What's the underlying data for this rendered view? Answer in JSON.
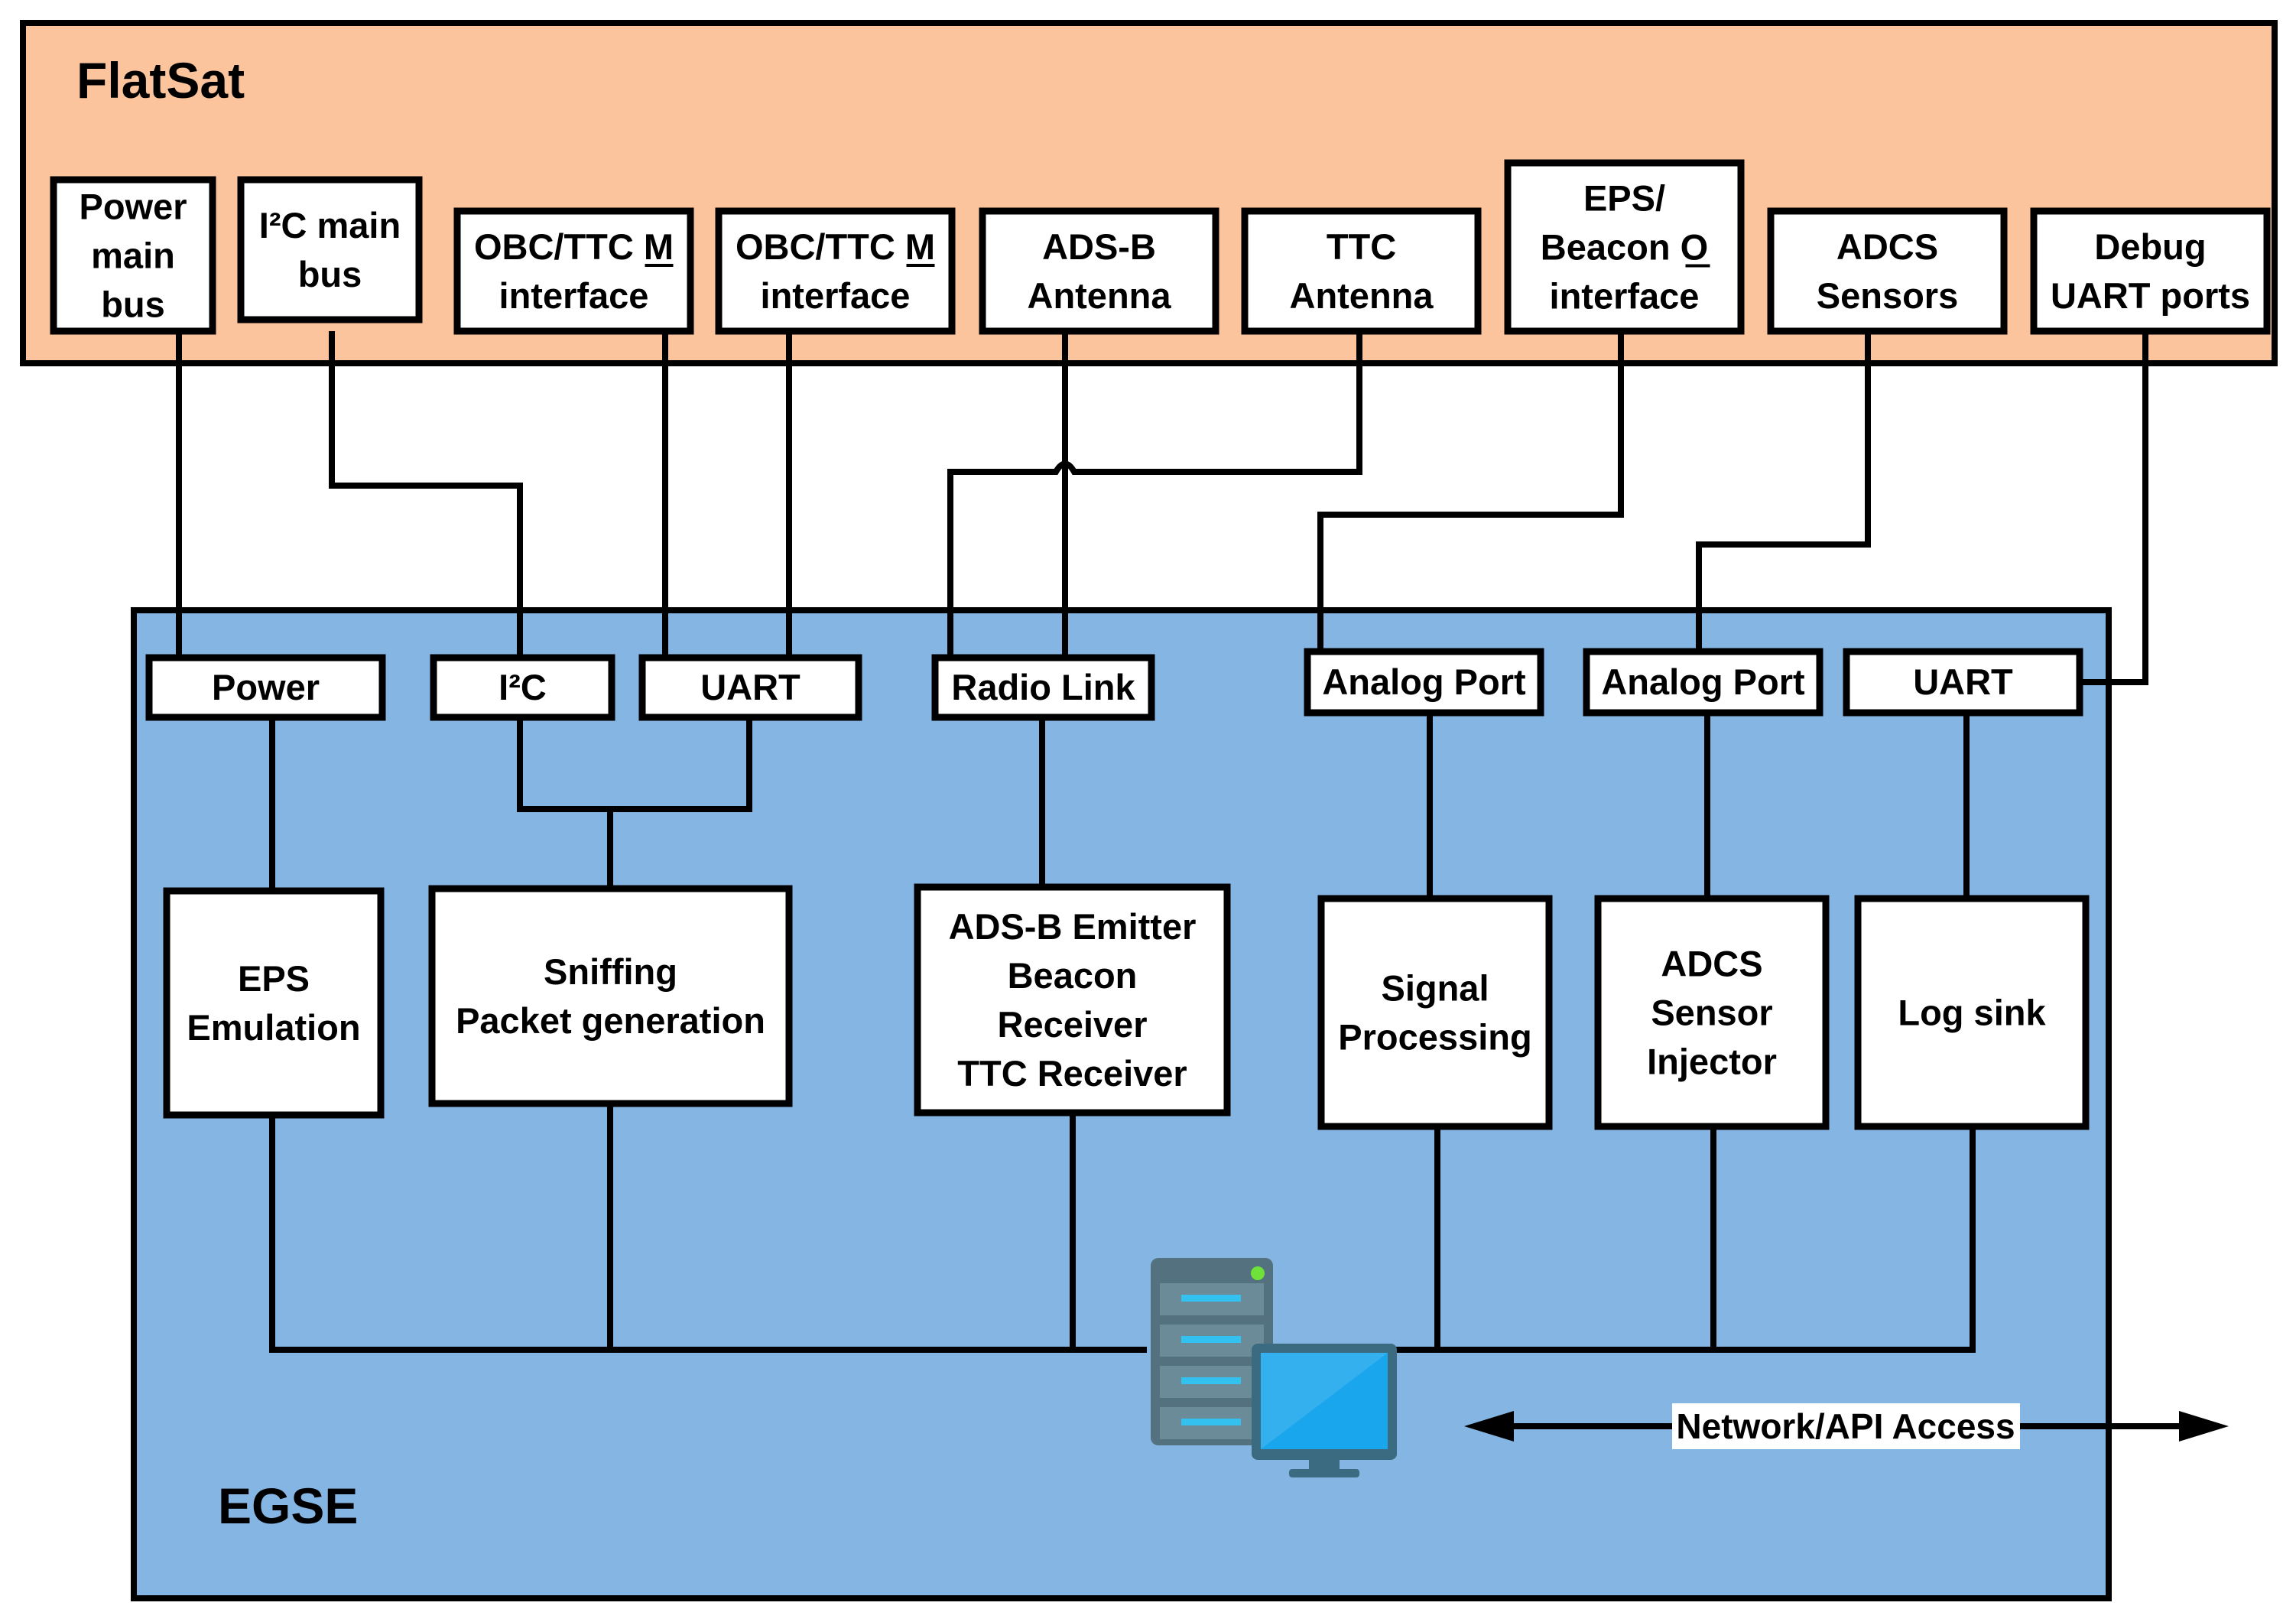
{
  "flatsat": {
    "title": "FlatSat",
    "fill": "#FBC49C",
    "interfaces": [
      {
        "id": "power_bus",
        "lines": [
          "Power",
          "main",
          "bus"
        ]
      },
      {
        "id": "i2c_bus",
        "lines": [
          "I²C main",
          "bus"
        ]
      },
      {
        "id": "obc_ttc_1",
        "lines": [
          "OBC/TTC M",
          "interface"
        ],
        "underline": "M"
      },
      {
        "id": "obc_ttc_2",
        "lines": [
          "OBC/TTC M",
          "interface"
        ],
        "underline": "M"
      },
      {
        "id": "adsb_antenna",
        "lines": [
          "ADS-B",
          "Antenna"
        ]
      },
      {
        "id": "ttc_antenna",
        "lines": [
          "TTC",
          "Antenna"
        ]
      },
      {
        "id": "eps_beacon",
        "lines": [
          "EPS/",
          "Beacon O",
          "interface"
        ],
        "underline": "O"
      },
      {
        "id": "adcs_sensors",
        "lines": [
          "ADCS",
          "Sensors"
        ]
      },
      {
        "id": "debug_uart",
        "lines": [
          "Debug",
          "UART ports"
        ]
      }
    ]
  },
  "egse": {
    "title": "EGSE",
    "fill": "#85B5E3",
    "ports": [
      {
        "id": "power",
        "label": "Power"
      },
      {
        "id": "i2c",
        "label": "I²C"
      },
      {
        "id": "uart1",
        "label": "UART"
      },
      {
        "id": "radio",
        "label": "Radio Link"
      },
      {
        "id": "analog1",
        "label": "Analog Port"
      },
      {
        "id": "analog2",
        "label": "Analog Port"
      },
      {
        "id": "uart2",
        "label": "UART"
      }
    ],
    "functions": [
      {
        "id": "eps",
        "lines": [
          "EPS",
          "Emulation"
        ]
      },
      {
        "id": "sniff",
        "lines": [
          "Sniffing",
          "Packet generation"
        ]
      },
      {
        "id": "adsb",
        "lines": [
          "ADS-B Emitter",
          "Beacon",
          "Receiver",
          "TTC Receiver"
        ]
      },
      {
        "id": "signal",
        "lines": [
          "Signal",
          "Processing"
        ]
      },
      {
        "id": "adcs",
        "lines": [
          "ADCS",
          "Sensor",
          "Injector"
        ]
      },
      {
        "id": "log",
        "lines": [
          "Log sink"
        ]
      }
    ],
    "network_label": "Network/API Access",
    "server_icon": "server-computer-icon"
  },
  "colors": {
    "server_body": "#53717F",
    "server_slot": "#6B8B98",
    "server_led": "#33C1F0",
    "monitor_screen": "#1AA6EC",
    "monitor_frame": "#3A6B80",
    "status_led": "#6FE23A"
  }
}
